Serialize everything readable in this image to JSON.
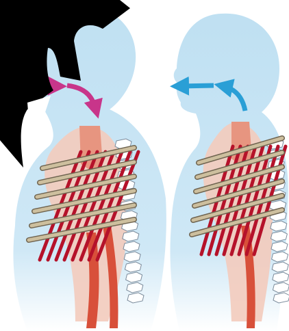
{
  "figure": {
    "panels": [
      {
        "id": "inhalation",
        "airflow": "inward",
        "arrow_color": "#c8358a"
      },
      {
        "id": "exhalation",
        "airflow": "outward",
        "arrow_color": "#2a9fd6"
      }
    ],
    "colors": {
      "body": "#bfe0f2",
      "pleura": "#f3cbbd",
      "muscle": "#d8503a",
      "intercostal": "#b5122a",
      "rib": "#b7a98c",
      "spine": "#ffffff",
      "watermark": "#000000"
    },
    "icons": [
      "inhalation-arrow-icon",
      "exhalation-arrow-icon"
    ]
  }
}
